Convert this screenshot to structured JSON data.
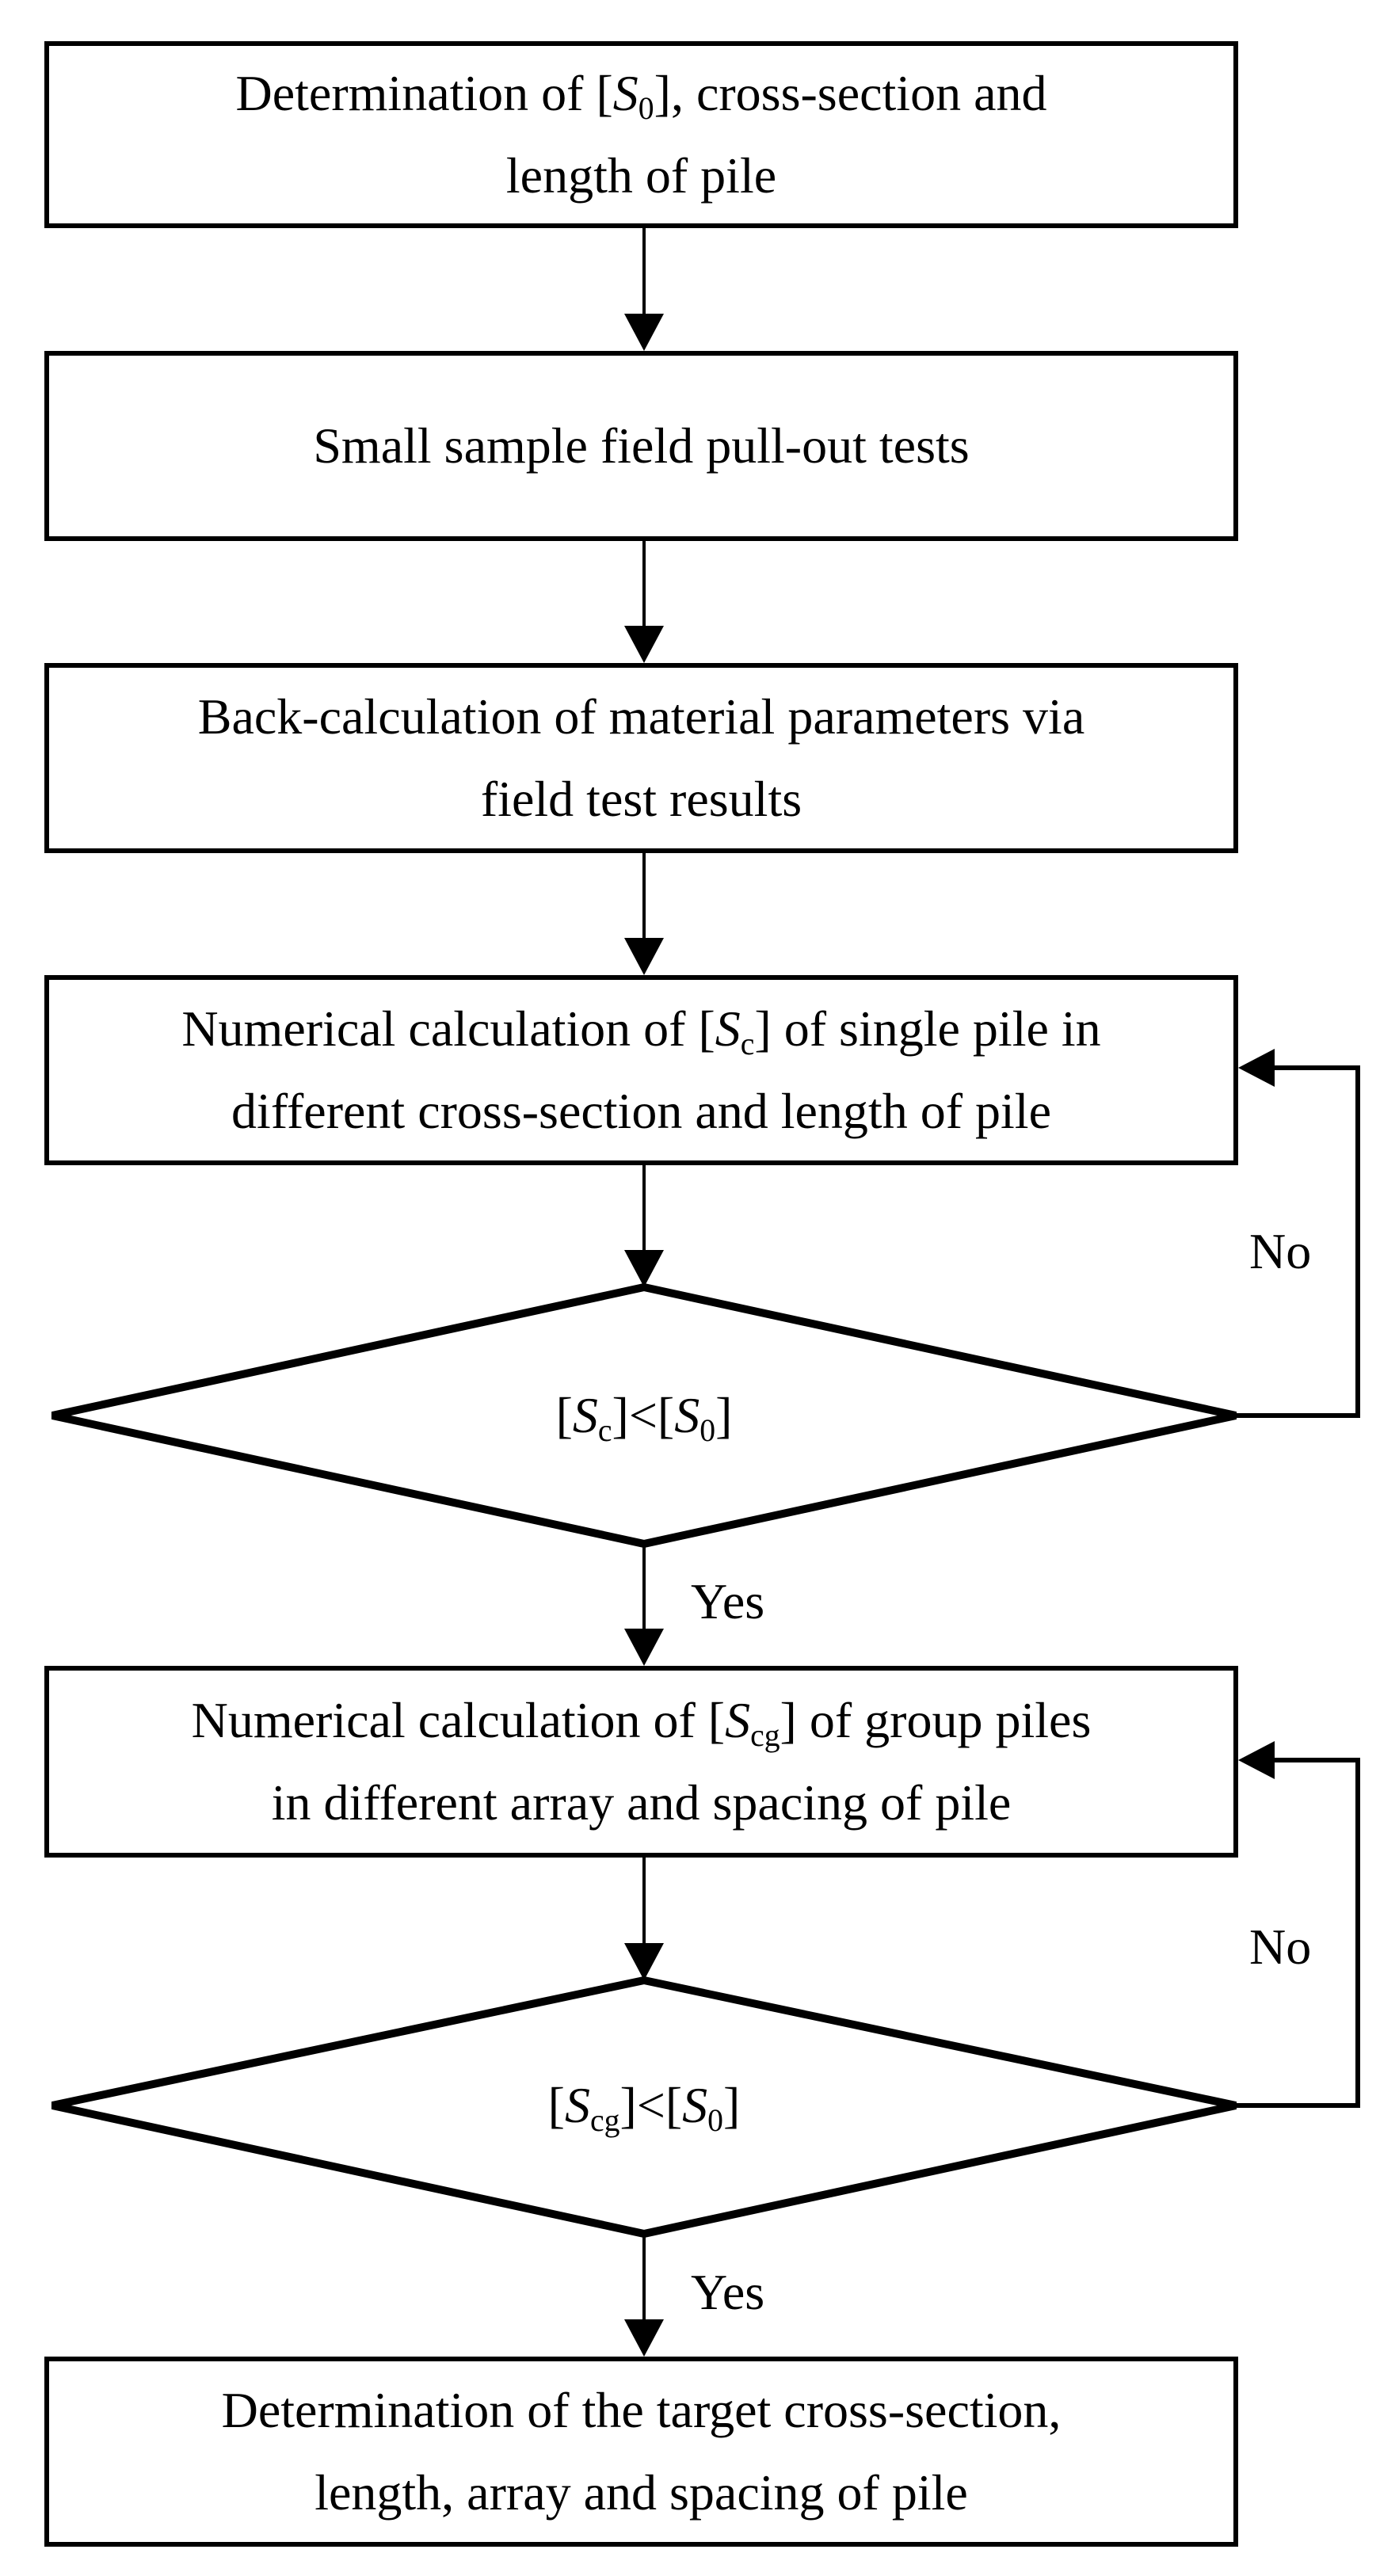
{
  "colors": {
    "ink": "#000000",
    "paper": "#ffffff"
  },
  "flow": {
    "boxes": [
      {
        "id": "determine-requirements",
        "lines": [
          [
            {
              "t": "Determination of ["
            },
            {
              "t": "S",
              "i": true
            },
            {
              "t": "0",
              "sub": true
            },
            {
              "t": "], cross-section and"
            }
          ],
          [
            {
              "t": "length of pile"
            }
          ]
        ]
      },
      {
        "id": "field-pull-out-tests",
        "lines": [
          [
            {
              "t": "Small sample field pull-out tests"
            }
          ]
        ]
      },
      {
        "id": "back-calculation",
        "lines": [
          [
            {
              "t": "Back-calculation of material parameters via"
            }
          ],
          [
            {
              "t": "field test results"
            }
          ]
        ]
      },
      {
        "id": "single-pile-calculation",
        "lines": [
          [
            {
              "t": "Numerical calculation of ["
            },
            {
              "t": "S",
              "i": true
            },
            {
              "t": "c",
              "sub": true
            },
            {
              "t": "] of single pile in"
            }
          ],
          [
            {
              "t": "different cross-section and length of pile"
            }
          ]
        ]
      },
      {
        "id": "group-pile-calculation",
        "lines": [
          [
            {
              "t": "Numerical calculation of ["
            },
            {
              "t": "S",
              "i": true
            },
            {
              "t": "cg",
              "sub": true
            },
            {
              "t": "] of group piles"
            }
          ],
          [
            {
              "t": "in different array and spacing of pile"
            }
          ]
        ]
      },
      {
        "id": "final-determination",
        "lines": [
          [
            {
              "t": "Determination of the target cross-section,"
            }
          ],
          [
            {
              "t": "length, array and spacing of pile"
            }
          ]
        ]
      }
    ],
    "decisions": [
      {
        "id": "single-pile-check",
        "formula": [
          {
            "t": "["
          },
          {
            "t": "S",
            "i": true
          },
          {
            "t": "c",
            "sub": true
          },
          {
            "t": "]<["
          },
          {
            "t": "S",
            "i": true
          },
          {
            "t": "0",
            "sub": true
          },
          {
            "t": "]"
          }
        ],
        "yes": "Yes",
        "no": "No"
      },
      {
        "id": "group-pile-check",
        "formula": [
          {
            "t": "["
          },
          {
            "t": "S",
            "i": true
          },
          {
            "t": "cg",
            "sub": true
          },
          {
            "t": "]<["
          },
          {
            "t": "S",
            "i": true
          },
          {
            "t": "0",
            "sub": true
          },
          {
            "t": "]"
          }
        ],
        "yes": "Yes",
        "no": "No"
      }
    ]
  }
}
